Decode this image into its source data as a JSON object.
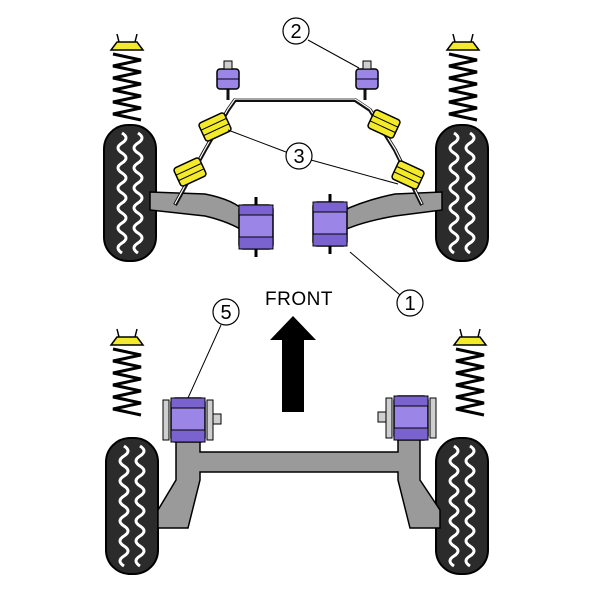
{
  "labels": {
    "front": "FRONT",
    "callout_1": "1",
    "callout_2": "2",
    "callout_3": "3",
    "callout_5": "5"
  },
  "colors": {
    "bush_purple": "#9b86e8",
    "bush_purple_dark": "#7a63cf",
    "bush_yellow": "#f3ea2a",
    "metal_grey": "#9a9a9a",
    "metal_dark": "#6d6d6d",
    "tyre": "#2b2b2b",
    "outline": "#000000"
  }
}
